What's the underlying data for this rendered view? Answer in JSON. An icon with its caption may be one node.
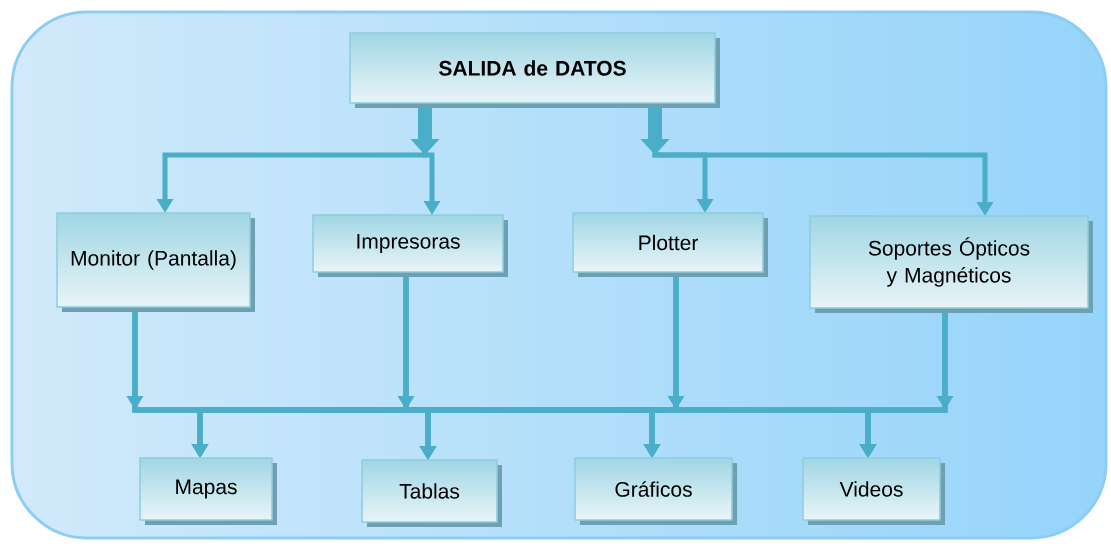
{
  "diagram": {
    "nodes": [
      {
        "text": [
          "SALIDA de DATOS"
        ]
      },
      {
        "text": [
          "Monitor (Pantalla)"
        ]
      },
      {
        "text": [
          "Impresoras"
        ]
      },
      {
        "text": [
          "Plotter"
        ]
      },
      {
        "text": [
          "Soportes Ópticos y Magnéticos"
        ]
      },
      {
        "text": [
          "Mapas"
        ]
      },
      {
        "text": [
          "Tablas"
        ]
      },
      {
        "text": [
          "Gráficos"
        ]
      },
      {
        "text": [
          "Videos"
        ]
      }
    ],
    "edges": [
      {
        "from": 0,
        "to": 1,
        "arrow": "to"
      },
      {
        "from": 0,
        "to": 2,
        "arrow": "to"
      },
      {
        "from": 0,
        "to": 3,
        "arrow": "to"
      },
      {
        "from": 0,
        "to": 4,
        "arrow": "to"
      },
      {
        "from": 1,
        "to": 5,
        "arrow": "to"
      },
      {
        "from": 1,
        "to": 6,
        "arrow": "to"
      },
      {
        "from": 1,
        "to": 7,
        "arrow": "to"
      },
      {
        "from": 1,
        "to": 8,
        "arrow": "to"
      },
      {
        "from": 2,
        "to": 5,
        "arrow": "to"
      },
      {
        "from": 2,
        "to": 6,
        "arrow": "to"
      },
      {
        "from": 2,
        "to": 7,
        "arrow": "to"
      },
      {
        "from": 2,
        "to": 8,
        "arrow": "to"
      },
      {
        "from": 3,
        "to": 5,
        "arrow": "to"
      },
      {
        "from": 3,
        "to": 6,
        "arrow": "to"
      },
      {
        "from": 3,
        "to": 7,
        "arrow": "to"
      },
      {
        "from": 3,
        "to": 8,
        "arrow": "to"
      },
      {
        "from": 4,
        "to": 5,
        "arrow": "to"
      },
      {
        "from": 4,
        "to": 6,
        "arrow": "to"
      },
      {
        "from": 4,
        "to": 7,
        "arrow": "to"
      },
      {
        "from": 4,
        "to": 8,
        "arrow": "to"
      }
    ]
  }
}
